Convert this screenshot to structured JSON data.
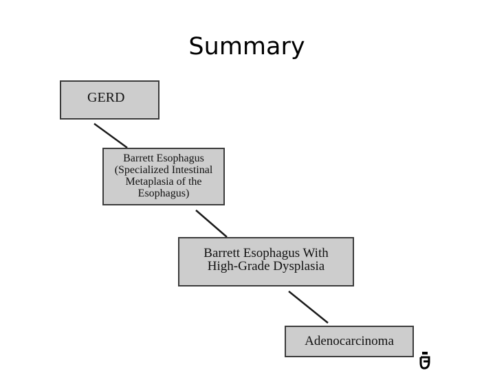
{
  "slide": {
    "title": "Summary"
  },
  "diagram": {
    "boxes": [
      {
        "label": "GERD"
      },
      {
        "label": "Barrett Esophagus\n(Specialized Intestinal\nMetaplasia of the\nEsophagus)"
      },
      {
        "label": "Barrett Esophagus With\nHigh-Grade Dysplasia"
      },
      {
        "label": "Adenocarcinoma"
      }
    ]
  },
  "colors": {
    "box_fill": "#cdcdcd",
    "box_border": "#3a3a3a",
    "connector": "#1a1a1a",
    "text": "#111111"
  },
  "logo": {
    "icon": "e-logo-icon"
  }
}
